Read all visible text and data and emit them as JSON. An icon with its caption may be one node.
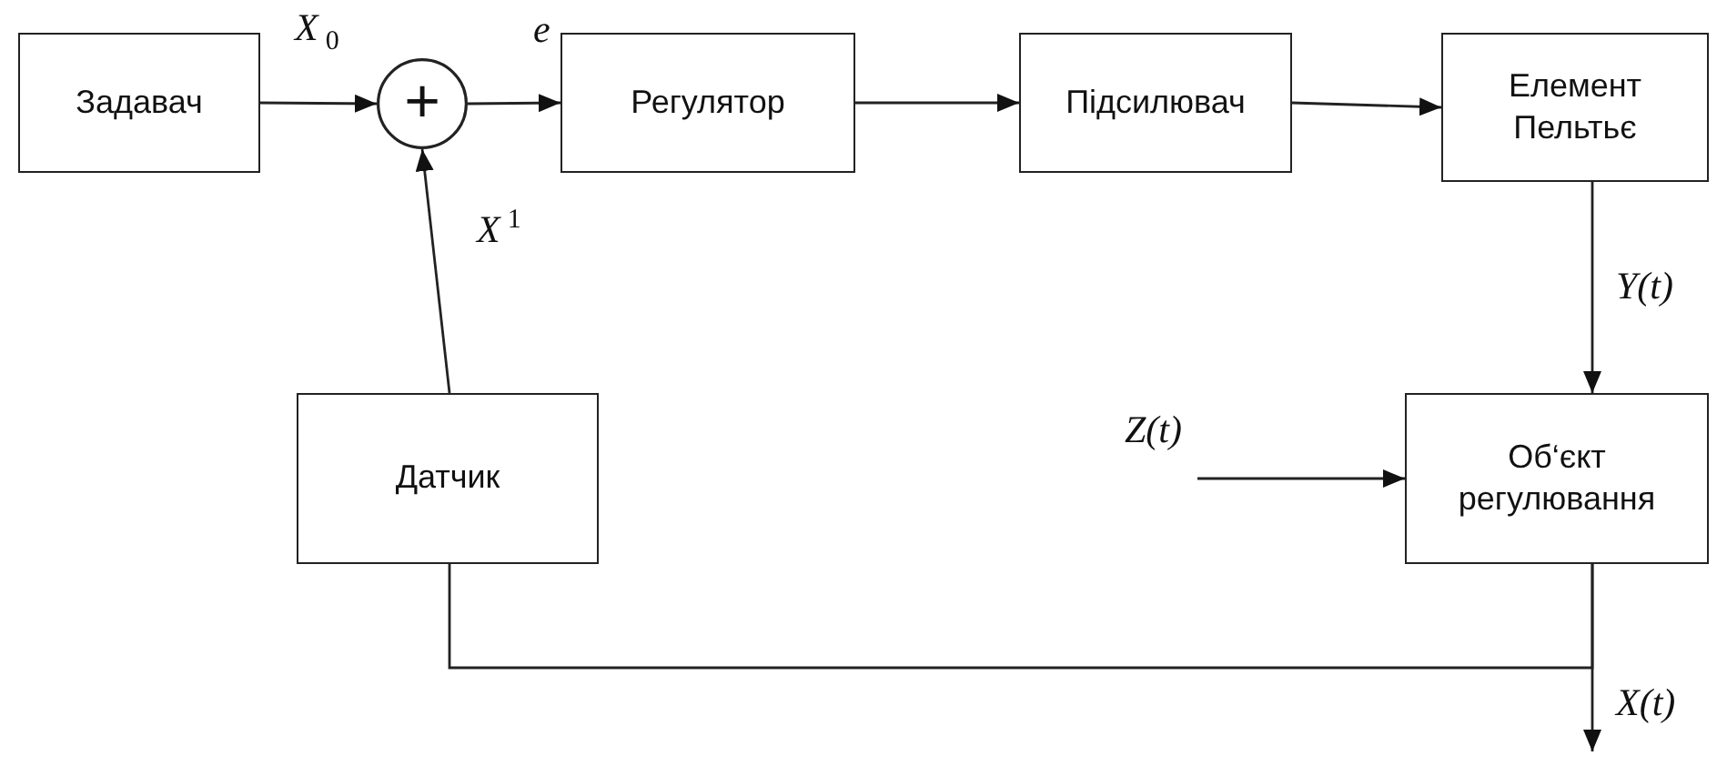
{
  "diagram": {
    "nodes": [
      {
        "text": [
          "Задавач"
        ]
      },
      {
        "text": [
          "+"
        ]
      },
      {
        "text": [
          "Регулятор"
        ]
      },
      {
        "text": [
          "Підсилювач"
        ]
      },
      {
        "text": [
          "Елемент Пельтьє"
        ]
      },
      {
        "text": [
          "Датчик"
        ]
      },
      {
        "text": [
          "Об‘єкт регулювання"
        ]
      }
    ],
    "edges": [
      {
        "from": 0,
        "to": 1,
        "arrow": "to",
        "label": "X$_{0}$"
      },
      {
        "from": 1,
        "to": 2,
        "arrow": "to",
        "label": "e"
      },
      {
        "from": 2,
        "to": 3,
        "arrow": "to"
      },
      {
        "from": 3,
        "to": 4,
        "arrow": "to"
      },
      {
        "from": 4,
        "to": 6,
        "arrow": "to",
        "label": "Y(t)"
      },
      {
        "from": 5,
        "to": 1,
        "arrow": "to",
        "label": "X$^{1}$"
      },
      {
        "from": null,
        "to": 6,
        "arrow": "to",
        "label": "Z(t)"
      },
      {
        "from": 6,
        "to": null,
        "arrow": "to",
        "label": "X(t)"
      },
      {
        "from": 6,
        "to": 5,
        "arrow": "none"
      }
    ]
  }
}
